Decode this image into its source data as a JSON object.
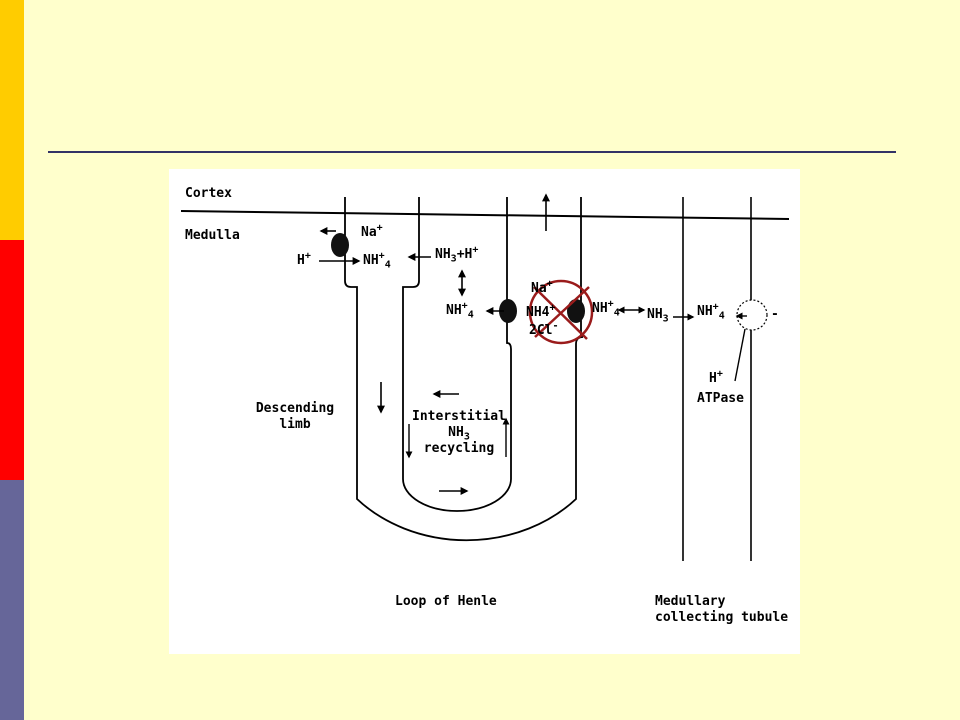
{
  "slide": {
    "colors": {
      "background": "#ffffcc",
      "bar_top": "#ffcc00",
      "bar_middle": "#ff0000",
      "bar_bottom": "#666699",
      "rule": "#333366",
      "inhibition_mark": "#9a1b1b"
    }
  },
  "diagram": {
    "regions": {
      "cortex": "Cortex",
      "medulla": "Medulla"
    },
    "descending_cell": {
      "na": "Na",
      "na_charge": "+",
      "h": "H",
      "h_charge": "+",
      "nh4": "NH",
      "nh4_charge": "+",
      "nh4_sub": "4"
    },
    "interstitium": {
      "nh3_h": "NH",
      "nh3_h_sub": "3",
      "nh3_h_rest": "+H",
      "nh3_h_charge": "+",
      "nh4": "NH",
      "nh4_charge": "+",
      "nh4_sub": "4"
    },
    "thick_limb": {
      "na": "Na",
      "na_charge": "+",
      "nh4": "NH4",
      "nh4_charge": "+",
      "cl": "2Cl",
      "cl_charge": "-"
    },
    "collecting": {
      "nh4_left": "NH",
      "nh4_left_charge": "+",
      "nh4_left_sub": "4",
      "nh3": "NH",
      "nh3_sub": "3",
      "nh4_right": "NH",
      "nh4_right_charge": "+",
      "nh4_right_sub": "4",
      "pump_minus": "-",
      "h": "H",
      "h_charge": "+",
      "atpase": "ATPase"
    },
    "labels": {
      "descending_line1": "Descending",
      "descending_line2": "limb",
      "interstitial_line1": "Interstitial",
      "interstitial_line2": "NH",
      "interstitial_line2_sub": "3",
      "interstitial_line3": "recycling",
      "loop": "Loop of Henle",
      "mct_line1": "Medullary",
      "mct_line2": "collecting tubule"
    }
  }
}
